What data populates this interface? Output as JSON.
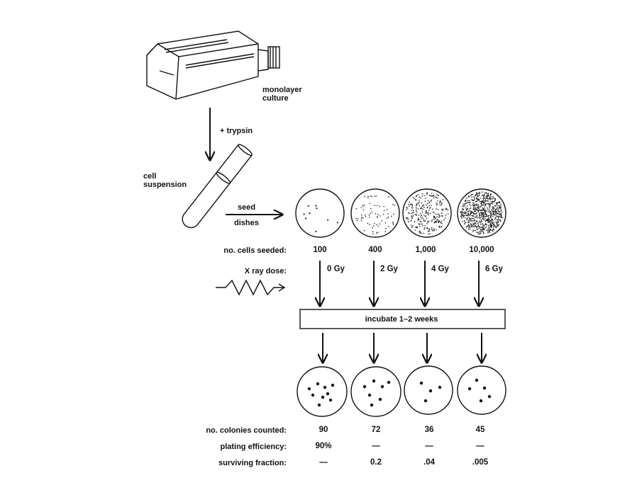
{
  "labels": {
    "culture": [
      "monolayer",
      "culture"
    ],
    "trypsin": "+ trypsin",
    "suspension": [
      "cell",
      "suspension"
    ],
    "seed": "seed",
    "dishes": "dishes",
    "cells_seeded": "no. cells seeded:",
    "xray_dose": "X ray dose:",
    "incubate": "incubate 1–2 weeks",
    "colonies": "no. colonies counted:",
    "plating": "plating efficiency:",
    "surviving": "surviving fraction:"
  },
  "dishes": [
    {
      "seeded": "100",
      "dose": "0 Gy",
      "colonies": "90",
      "plating_efficiency": "90%",
      "surviving_fraction": "—"
    },
    {
      "seeded": "400",
      "dose": "2 Gy",
      "colonies": "72",
      "plating_efficiency": "—",
      "surviving_fraction": "0.2"
    },
    {
      "seeded": "1,000",
      "dose": "4 Gy",
      "colonies": "36",
      "plating_efficiency": "—",
      "surviving_fraction": ".04"
    },
    {
      "seeded": "10,000",
      "dose": "6 Gy",
      "colonies": "45",
      "plating_efficiency": "—",
      "surviving_fraction": ".005"
    }
  ]
}
